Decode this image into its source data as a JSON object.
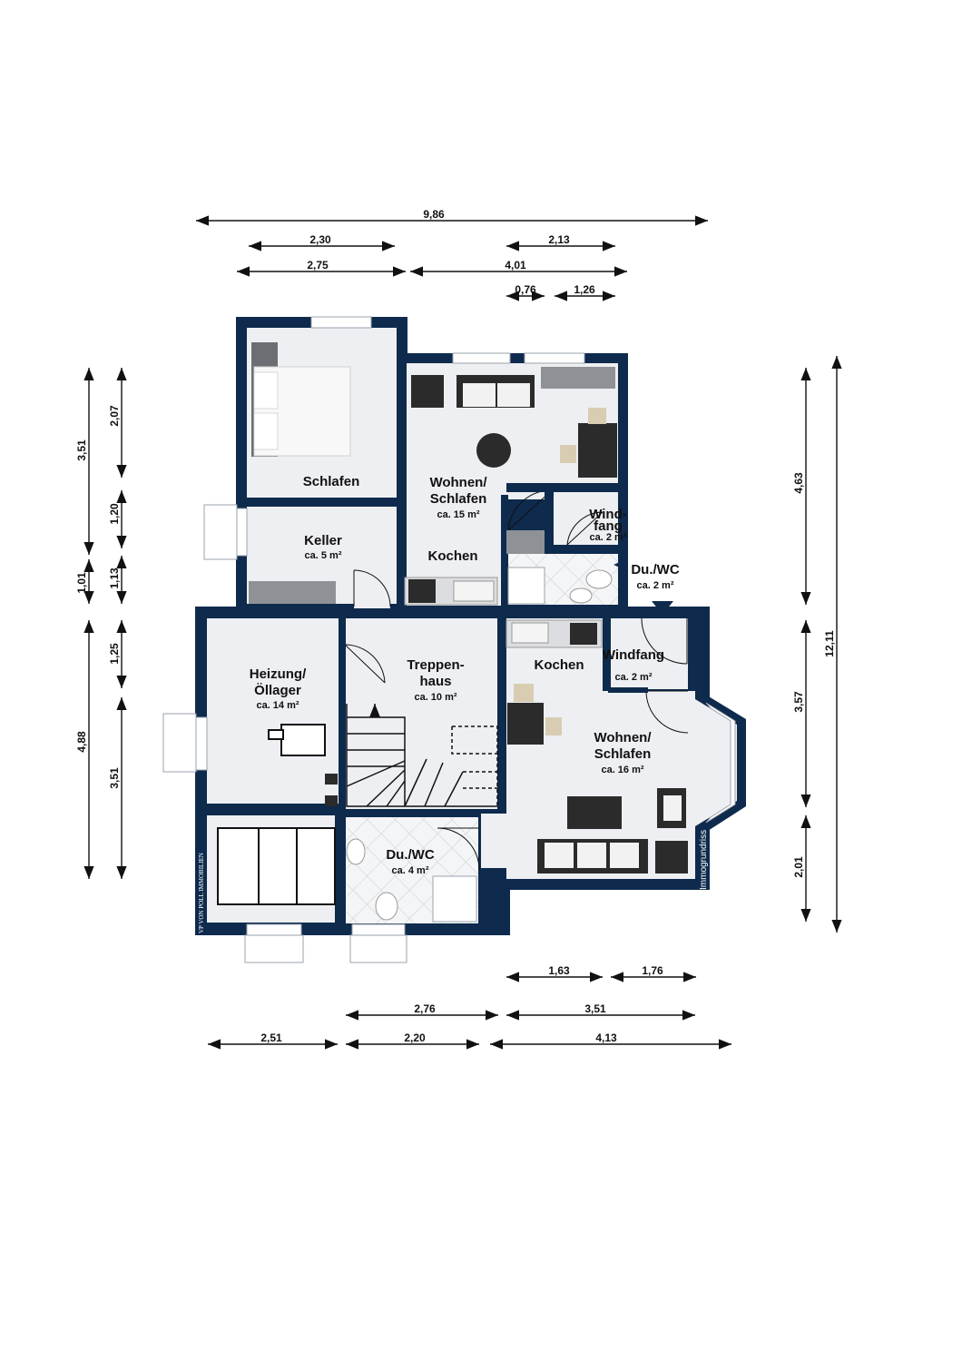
{
  "dimensions": {
    "top": [
      "9,86",
      "2,30",
      "2,13",
      "2,75",
      "4,01",
      "0,76",
      "1,26"
    ],
    "bottom": [
      "1,63",
      "1,76",
      "2,76",
      "3,51",
      "2,51",
      "2,20",
      "4,13"
    ],
    "left": [
      "3,51",
      "2,07",
      "1,20",
      "1,01",
      "1,13",
      "1,25",
      "4,88",
      "3,51"
    ],
    "right": [
      "4,63",
      "12,11",
      "3,57",
      "2,01"
    ]
  },
  "rooms": {
    "schlafen": {
      "name": "Schlafen"
    },
    "wohnen_oben": {
      "name_line1": "Wohnen/",
      "name_line2": "Schlafen",
      "area": "ca. 15 m²"
    },
    "keller": {
      "name": "Keller",
      "area": "ca. 5 m²"
    },
    "kochen_oben": {
      "name": "Kochen"
    },
    "windfang_oben": {
      "name_line1": "Wind-",
      "name_line2": "fang",
      "area": "ca. 2 m²"
    },
    "duwc_oben": {
      "name": "Du./WC",
      "area": "ca. 2 m²"
    },
    "heizung": {
      "name_line1": "Heizung/",
      "name_line2": "Öllager",
      "area": "ca. 14 m²"
    },
    "treppenhaus": {
      "name_line1": "Treppen-",
      "name_line2": "haus",
      "area": "ca. 10 m²"
    },
    "kochen_unten": {
      "name": "Kochen"
    },
    "windfang_unten": {
      "name_line1": "Windfang",
      "area": "ca. 2 m²"
    },
    "wohnen_unten": {
      "name_line1": "Wohnen/",
      "name_line2": "Schlafen",
      "area": "ca. 16 m²"
    },
    "duwc_unten": {
      "name": "Du./WC",
      "area": "ca. 4 m²"
    }
  },
  "watermark": "Immogrundriss",
  "logo_text": "VP VON POLL IMMOBILIEN",
  "colors": {
    "wall": "#0e2a4d",
    "floor": "#eeeff2"
  }
}
